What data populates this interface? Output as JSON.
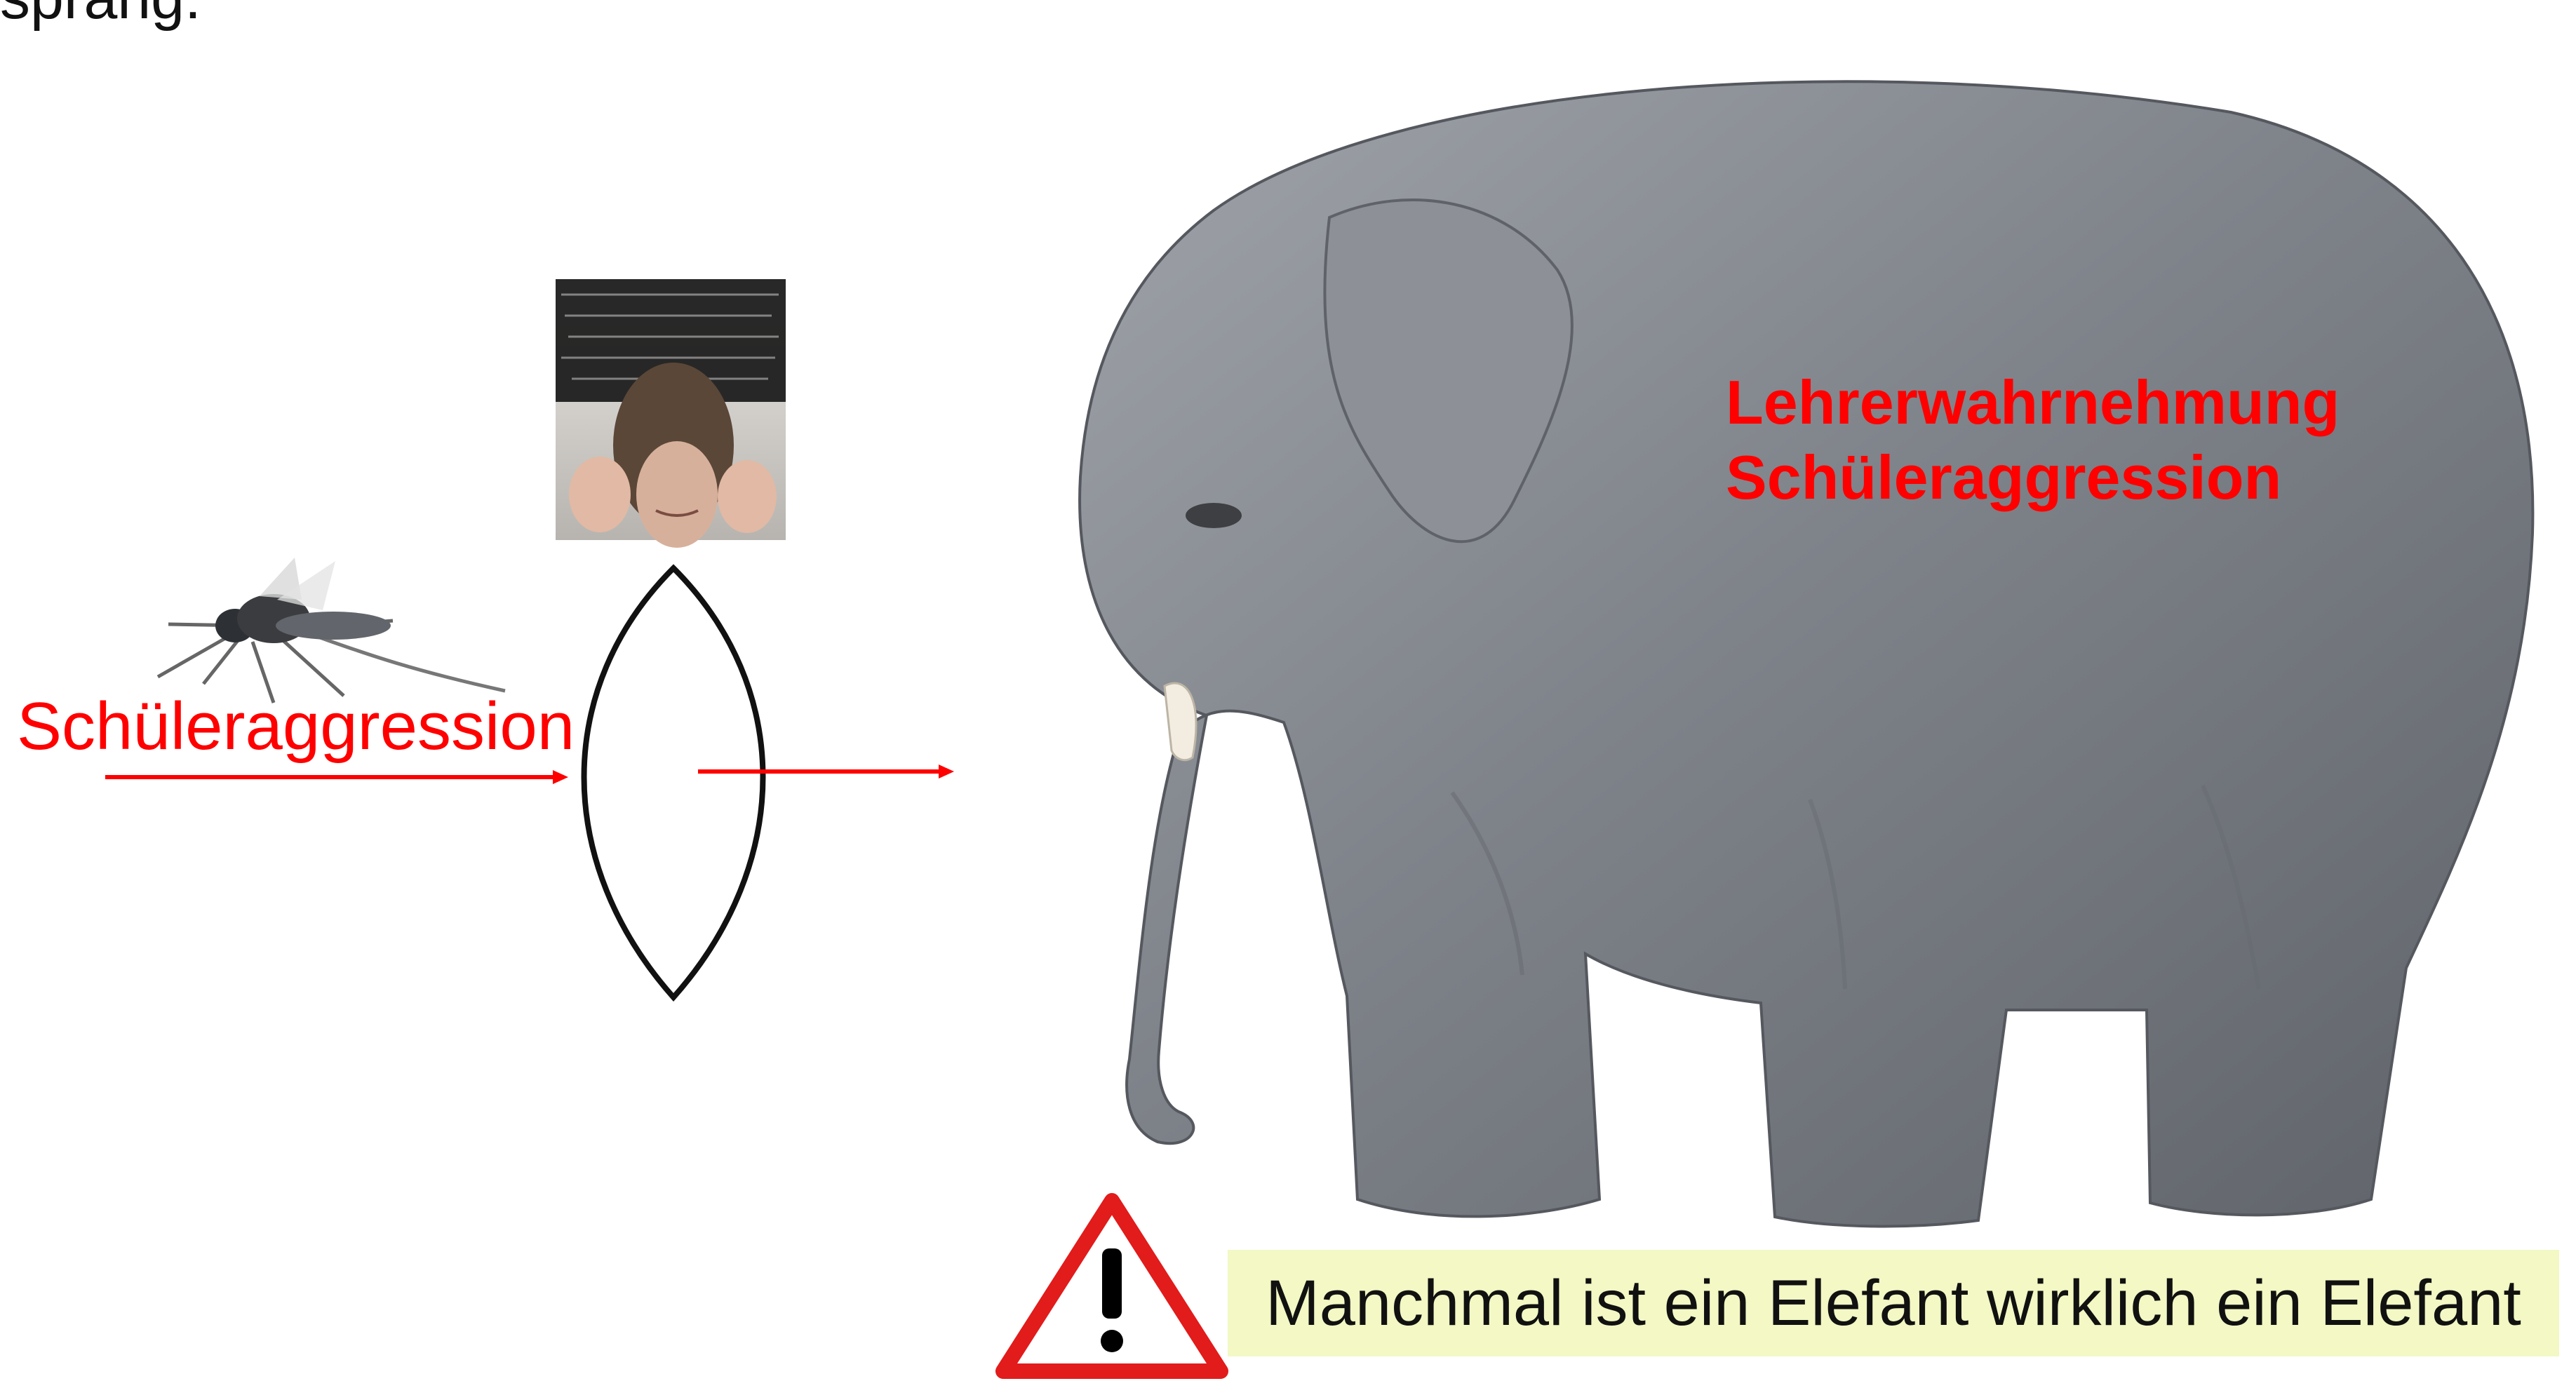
{
  "slide": {
    "top_cut_text": "sprang:",
    "left_label": "Schüleraggression",
    "elephant_labels": [
      "Lehrerwahrnehmung",
      "Schüleraggression"
    ],
    "note": "Manchmal ist ein Elefant wirklich ein Elefant"
  },
  "icons": {
    "mosquito": "mosquito-icon",
    "stressed_person": "stressed-person-icon",
    "lens": "lens-icon",
    "elephant": "elephant-icon",
    "warning": "warning-icon"
  },
  "colors": {
    "accent_red": "#ff0000",
    "note_background": "#f3f8c4",
    "elephant_gray": "#7f8288"
  }
}
